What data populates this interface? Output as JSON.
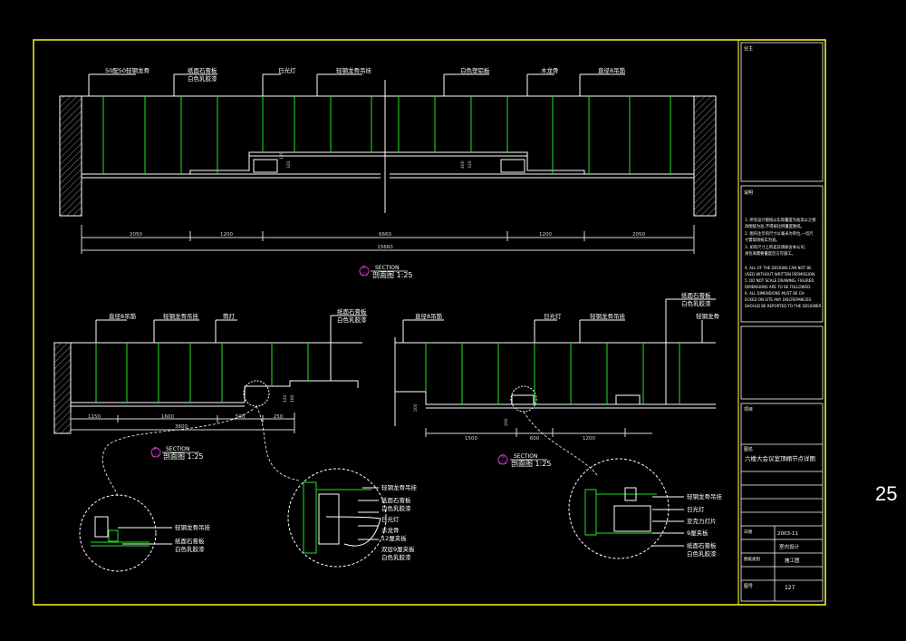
{
  "page_number": "25",
  "colors": {
    "frame": "#e3e321",
    "line": "#ffffff",
    "green": "#22e622",
    "dim": "#d8d8d8",
    "tag": "#cc33cc"
  },
  "section_e": {
    "labels": [
      "50配50轻钢龙骨",
      "纸面石膏板",
      "白色乳胶漆",
      "日光灯",
      "轻钢龙骨吊挂",
      "白色塑铝板",
      "木龙骨",
      "直径8吊筋"
    ],
    "dims": [
      "2050",
      "1200",
      "6660",
      "1200",
      "2050"
    ],
    "total": "15660",
    "small_dims": [
      "120",
      "320",
      "400",
      "320"
    ],
    "tag_letter": "E",
    "tag_sheet": "123",
    "section_word": "SECTION",
    "title": "剖面图  1:25"
  },
  "section_f": {
    "labels": [
      "直径8吊筋",
      "轻钢龙骨吊挂",
      "筒灯",
      "纸面石膏板",
      "白色乳胶漆"
    ],
    "dims": [
      "1150",
      "1600",
      "500",
      "250"
    ],
    "total": "3600",
    "small_dims": [
      "120",
      "160"
    ],
    "tag_letter": "F",
    "tag_sheet": "123",
    "section_word": "SECTION",
    "title": "剖面图  1:25"
  },
  "section_g": {
    "labels": [
      "直径8吊筋",
      "日光灯",
      "轻钢龙骨吊挂",
      "纸面石膏板",
      "白色乳胶漆",
      "轻钢龙骨"
    ],
    "dims": [
      "1500",
      "600",
      "1200"
    ],
    "small_dims": [
      "200",
      "200"
    ],
    "tag_letter": "G",
    "tag_sheet": "123",
    "section_word": "SECTION",
    "title": "剖面图  1:25"
  },
  "detail_left": {
    "labels": [
      "轻钢龙骨吊挂",
      "纸面石膏板",
      "白色乳胶漆"
    ]
  },
  "detail_mid": {
    "labels": [
      "轻钢龙骨吊挂",
      "纸面石膏板",
      "白色乳胶漆",
      "日光灯",
      "木龙骨",
      "12厘夹板",
      "双层9厘夹板",
      "白色乳胶漆"
    ]
  },
  "detail_right": {
    "labels": [
      "轻钢龙骨吊挂",
      "日光灯",
      "亚克力灯片",
      "9厘夹板",
      "纸面石膏板",
      "白色乳胶漆"
    ]
  },
  "title_block": {
    "company_label": "业主",
    "notes_label": "说明",
    "notes_cn": [
      "1. 所有设计图纸以实际量度为准及以之修",
      "   改图纸为准,不得按比例量度图纸。",
      "2. 图内注示的尺寸以毫米为单位,一切尺",
      "   寸需现场核实为准。",
      "3. 如有尺寸上的差异请知会本公司,",
      "   承包商需要量度后方可施工。"
    ],
    "notes_en": [
      "4. ALL OF THE DESIGNS CAN NOT BE",
      "USED WITHOUT WRITTEN PERMISSION.",
      "5. DO NOT SCALE DRAWING, FIGURED",
      "DIMENSIONS ARE TO BE FOLLOWED.",
      "6. ALL DIMENSIONS MUST BE CH-",
      "ECKED ON SITE.ANY DISCREPANCIES",
      "SHOULD BE REPORTED TO THE DESIGNER"
    ],
    "project_label": "项目",
    "drawing_label": "图名",
    "drawing_name": "六楼大会议室顶棚节点详图",
    "date_label": "日期",
    "date": "2003-11",
    "discipline": "室内设计",
    "stage_label": "图纸类别",
    "stage": "施工图",
    "sheet_label": "图号",
    "sheet_no": "127"
  }
}
